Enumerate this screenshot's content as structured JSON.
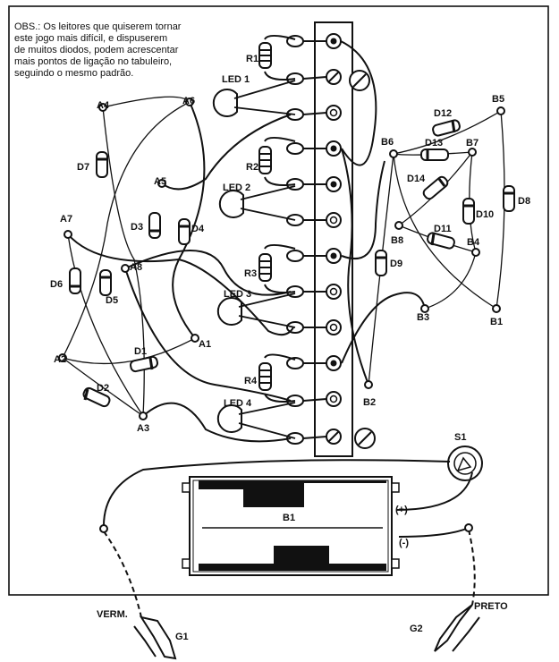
{
  "note": {
    "lines": [
      "OBS.: Os leitores que quiserem tornar",
      "este jogo mais difícil, e dispuserem",
      "de muitos diodos, podem acrescentar",
      "mais pontos de ligação no tabuleiro,",
      "seguindo o mesmo padrão."
    ]
  },
  "resistors": [
    "R1",
    "R2",
    "R3",
    "R4"
  ],
  "leds": [
    "LED 1",
    "LED 2",
    "LED 3",
    "LED 4"
  ],
  "diodes": [
    "D1",
    "D2",
    "D3",
    "D4",
    "D5",
    "D6",
    "D7",
    "D8",
    "D9",
    "D10",
    "D11",
    "D12",
    "D13",
    "D14"
  ],
  "points_a": [
    "A1",
    "A2",
    "A3",
    "A4",
    "A5",
    "A6",
    "A7",
    "A8"
  ],
  "points_b": [
    "B1",
    "B2",
    "B3",
    "B4",
    "B5",
    "B6",
    "B7",
    "B8"
  ],
  "battery": {
    "label": "B1",
    "plus": "(+)",
    "minus": "(-)"
  },
  "switch_label": "S1",
  "clips": {
    "g1": "G1",
    "g2": "G2",
    "red_wire": "VERM.",
    "black_wire": "PRETO"
  }
}
